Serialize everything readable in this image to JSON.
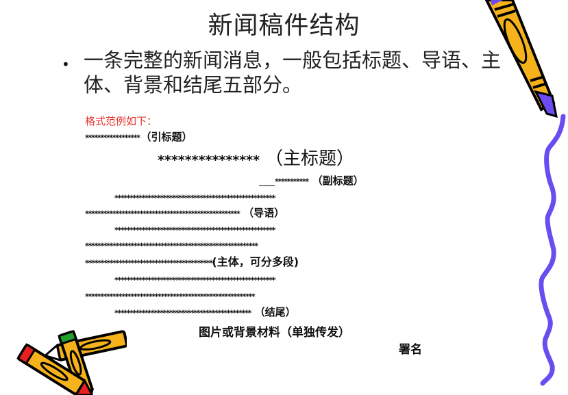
{
  "slide": {
    "title": "新闻稿件结构",
    "bullet": "一条完整的新闻消息，一般包括标题、导语、主体、背景和结尾五部分。",
    "caption": "格式范例如下：",
    "template": {
      "kicker": {
        "stars": "******************",
        "label": "（引标题）"
      },
      "headline": {
        "stars": "***************",
        "label": "（主标题）"
      },
      "subtitle": {
        "rule": "____",
        "stars": "***********",
        "label": "（副标题）"
      },
      "lead": [
        {
          "stars": "*****************************************************",
          "label": ""
        },
        {
          "stars": "***************************************************",
          "label": "（导语）"
        },
        {
          "stars": "*****************************************************",
          "label": ""
        }
      ],
      "body": [
        {
          "stars": "*********************************************************",
          "label": ""
        },
        {
          "stars": "******************************************",
          "label": "(主体，可分多段)"
        },
        {
          "stars": "*****************************************************",
          "label": ""
        },
        {
          "stars": "********************************************************",
          "label": ""
        }
      ],
      "ending": {
        "stars": "*********************************************",
        "label": "（结尾）"
      },
      "background": "图片或背景材料（单独传发）",
      "signature": "署名"
    }
  },
  "decorations": {
    "pencil_top_right": "pencil-icon",
    "crayons_bottom_left": "crayons-icon",
    "squiggle_right": "squiggle-line",
    "colors": {
      "caption": "#e8312d",
      "pencil_body": "#f5b21b",
      "pencil_tip": "#6a4cf0",
      "squiggle": "#6a4cf0",
      "crayon_red": "#e82020",
      "crayon_green": "#22a02a"
    }
  }
}
